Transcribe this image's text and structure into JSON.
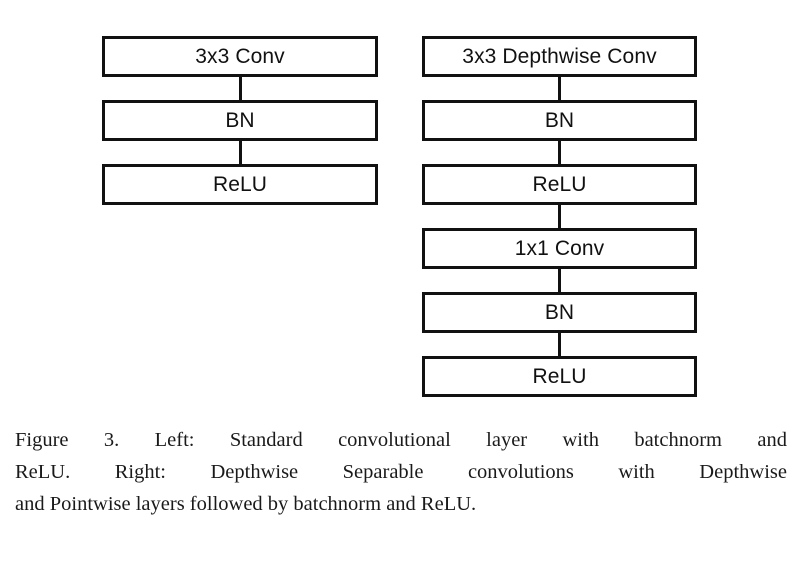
{
  "figure": {
    "id": "figure-3",
    "background_color": "#ffffff",
    "line_color": "#111111",
    "text_color": "#111111",
    "columns": [
      {
        "name": "standard-convolution",
        "side": "left",
        "nodes": [
          {
            "label": "3x3 Conv"
          },
          {
            "label": "BN"
          },
          {
            "label": "ReLU"
          }
        ]
      },
      {
        "name": "depthwise-separable-convolution",
        "side": "right",
        "nodes": [
          {
            "label": "3x3 Depthwise Conv"
          },
          {
            "label": "BN"
          },
          {
            "label": "ReLU"
          },
          {
            "label": "1x1 Conv"
          },
          {
            "label": "BN"
          },
          {
            "label": "ReLU"
          }
        ]
      }
    ]
  },
  "caption": {
    "full_text": "Figure 3. Left: Standard convolutional layer with batchnorm and ReLU. Right: Depthwise Separable convolutions with Depthwise and Pointwise layers followed by batchnorm and ReLU.",
    "lines": [
      "Figure 3. Left: Standard convolutional layer with batchnorm and",
      "ReLU. Right: Depthwise Separable convolutions with Depthwise",
      "and Pointwise layers followed by batchnorm and ReLU."
    ],
    "line1_words": [
      "Figure",
      "3.",
      "Left:",
      "Standard",
      "convolutional",
      "layer",
      "with",
      "batchnorm",
      "and"
    ],
    "line2_words": [
      "ReLU.",
      "Right:",
      "Depthwise",
      "Separable",
      "convolutions",
      "with",
      "Depthwise"
    ],
    "line3": "and Pointwise layers followed by batchnorm and ReLU."
  }
}
